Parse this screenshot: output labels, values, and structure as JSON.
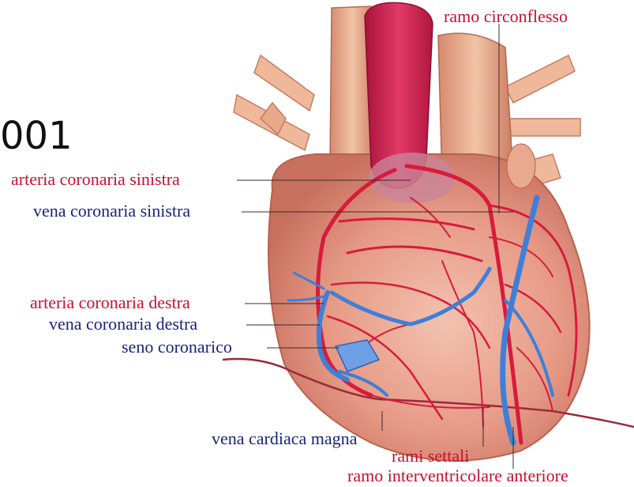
{
  "figure_code": "001",
  "labels": {
    "ramo_circonflesso": "ramo circonflesso",
    "arteria_coronaria_sinistra": "arteria coronaria sinistra",
    "vena_coronaria_sinistra": "vena coronaria sinistra",
    "arteria_coronaria_destra": "arteria coronaria destra",
    "vena_coronaria_destra": "vena coronaria destra",
    "seno_coronarico": "seno coronarico",
    "vena_cardiaca_magna": "vena cardiaca magna",
    "rami_settali": "rami settali",
    "ramo_interventricolare_anteriore": "ramo interventricolare anteriore"
  },
  "colors": {
    "artery_label": "#c8102e",
    "vein_label": "#1a237e",
    "artery": "#d81b3c",
    "vein": "#3f7fd8",
    "heart_muscle": "#e8a08c",
    "aorta": "#d42a55"
  }
}
